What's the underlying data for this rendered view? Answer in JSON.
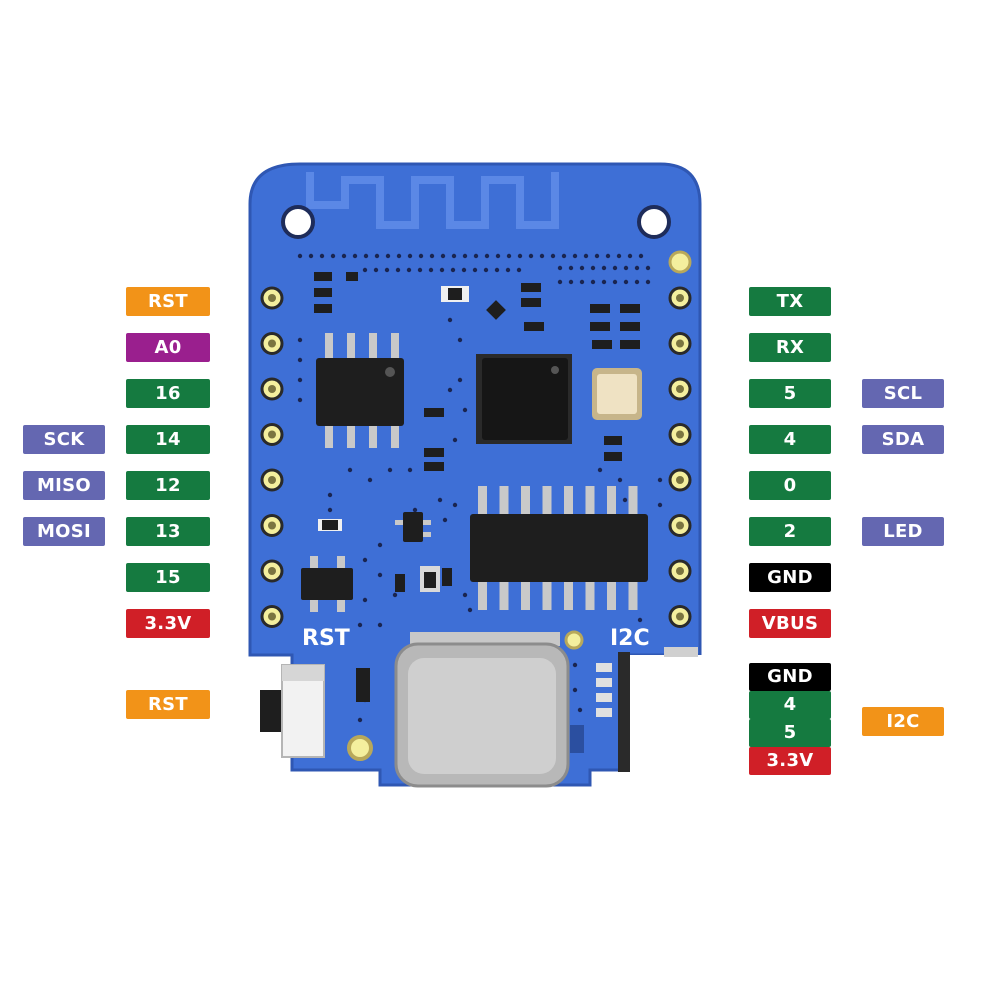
{
  "board": {
    "silk_left": "RST",
    "silk_right": "I2C"
  },
  "colors": {
    "pcb": "#3e6fd6",
    "pcb_edge": "#2f57b3",
    "orange": "#f29318",
    "purple": "#9a1f8e",
    "green": "#157a40",
    "lavender": "#6467b1",
    "red": "#d01f27",
    "black": "#000000"
  },
  "left_pins": [
    {
      "label": "RST",
      "color": "orange",
      "func": ""
    },
    {
      "label": "A0",
      "color": "purple",
      "func": ""
    },
    {
      "label": "16",
      "color": "green",
      "func": ""
    },
    {
      "label": "14",
      "color": "green",
      "func": "SCK"
    },
    {
      "label": "12",
      "color": "green",
      "func": "MISO"
    },
    {
      "label": "13",
      "color": "green",
      "func": "MOSI"
    },
    {
      "label": "15",
      "color": "green",
      "func": ""
    },
    {
      "label": "3.3V",
      "color": "red",
      "func": ""
    }
  ],
  "right_pins": [
    {
      "label": "TX",
      "color": "green",
      "func": ""
    },
    {
      "label": "RX",
      "color": "green",
      "func": ""
    },
    {
      "label": "5",
      "color": "green",
      "func": "SCL"
    },
    {
      "label": "4",
      "color": "green",
      "func": "SDA"
    },
    {
      "label": "0",
      "color": "green",
      "func": ""
    },
    {
      "label": "2",
      "color": "green",
      "func": "LED"
    },
    {
      "label": "GND",
      "color": "black",
      "func": ""
    },
    {
      "label": "VBUS",
      "color": "red",
      "func": ""
    }
  ],
  "rst_button": {
    "label": "RST",
    "color": "orange"
  },
  "i2c_connector": {
    "pins": [
      {
        "label": "GND",
        "color": "black"
      },
      {
        "label": "4",
        "color": "green"
      },
      {
        "label": "5",
        "color": "green"
      },
      {
        "label": "3.3V",
        "color": "red"
      }
    ],
    "label": "I2C",
    "label_color": "orange"
  }
}
